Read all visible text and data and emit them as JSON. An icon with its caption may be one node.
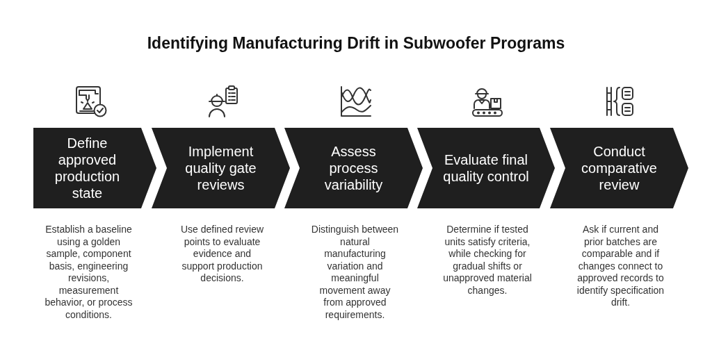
{
  "diagram": {
    "title": "Identifying Manufacturing Drift in Subwoofer Programs",
    "nodes": [
      {
        "text": [
          "Define approved production state"
        ],
        "beside": [
          "Establish a baseline using a golden sample, component basis, engineering revisions, measurement behavior, or process conditions."
        ]
      },
      {
        "text": [
          "Implement quality gate reviews"
        ],
        "beside": [
          "Use defined review points to evaluate evidence and support production decisions."
        ]
      },
      {
        "text": [
          "Assess process variability"
        ],
        "beside": [
          "Distinguish between natural manufacturing variation and meaningful movement away from approved requirements."
        ]
      },
      {
        "text": [
          "Evaluate final quality control"
        ],
        "beside": [
          "Determine if tested units satisfy criteria, while checking for gradual shifts or unapproved material changes."
        ]
      },
      {
        "text": [
          "Conduct comparative review"
        ],
        "beside": [
          "Ask if current and prior batches are comparable and if changes connect to approved records to identify specification drift."
        ]
      }
    ]
  }
}
